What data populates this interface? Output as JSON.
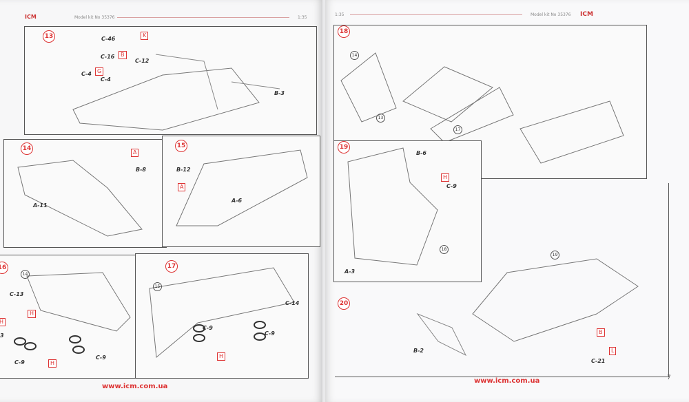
{
  "left_page": {
    "header_kit": "Model kit No 35376",
    "header_scale": "1:35",
    "logo": "ICM",
    "footer_url": "www.icm.com.ua",
    "steps": {
      "s13": "13",
      "s14": "14",
      "s15": "15",
      "s16": "16",
      "s17": "17"
    },
    "labels": {
      "c46": "C-46",
      "k": "K",
      "c16": "C-16",
      "b1": "B",
      "c12": "C-12",
      "c4a": "C-4",
      "g": "G",
      "c4b": "C-4",
      "b3": "B-3",
      "b8": "B-8",
      "a1": "A",
      "a11": "A-11",
      "b12": "B-12",
      "a2": "A",
      "a6": "A-6",
      "sub14": "14",
      "c13": "C-13",
      "h1": "H",
      "h0": "H",
      "p3": "3",
      "c9a": "C-9",
      "h2": "H",
      "c9b": "C-9",
      "sub15": "15",
      "c9c": "C-9",
      "c9d": "C-9",
      "h3": "H",
      "c14": "C-14"
    }
  },
  "right_page": {
    "header_scale": "1:35",
    "header_kit": "Model kit No 35376",
    "logo": "ICM",
    "footer_url": "www.icm.com.ua",
    "page_number": "7",
    "steps": {
      "s18": "18",
      "s19": "19",
      "s20": "20"
    },
    "labels": {
      "sub14": "14",
      "sub13": "13",
      "sub17": "17",
      "b6": "B-6",
      "h": "H",
      "c9": "C-9",
      "a3": "A-3",
      "sub18": "18",
      "sub19": "19",
      "b2": "B-2",
      "b": "B",
      "l": "L",
      "c21": "C-21"
    }
  }
}
